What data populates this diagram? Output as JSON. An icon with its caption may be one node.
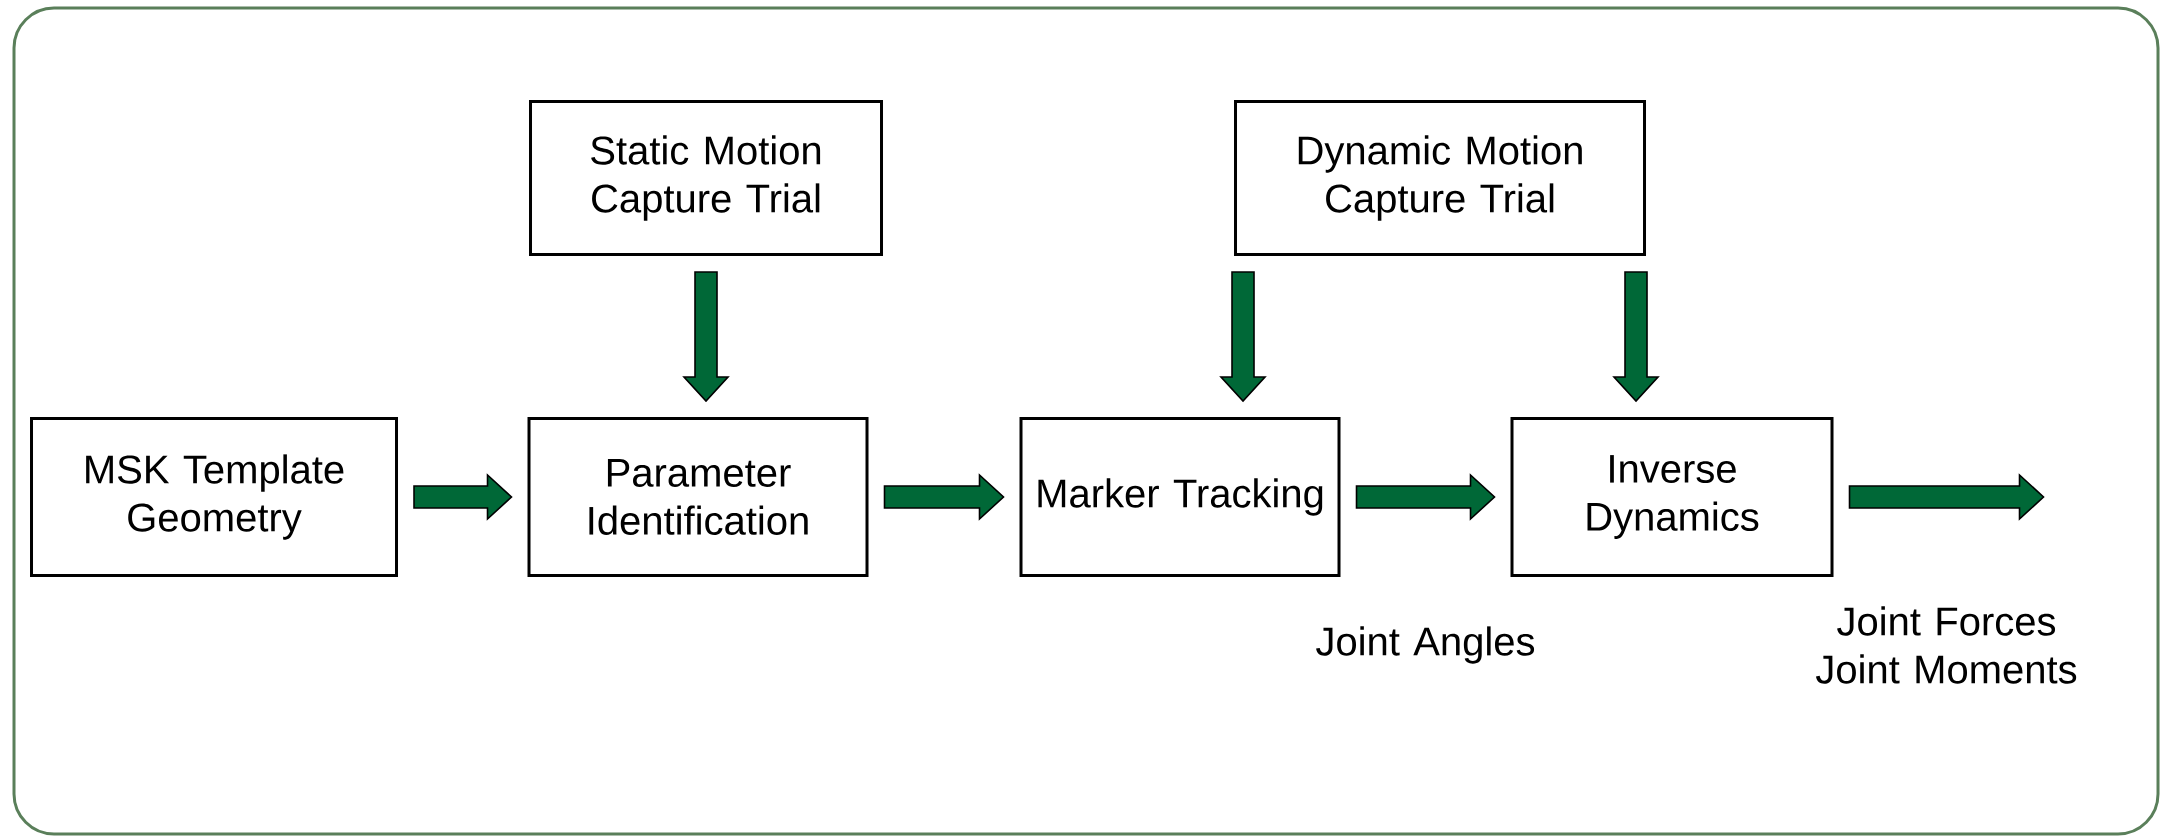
{
  "diagram": {
    "nodes": [
      {
        "text": [
          "Static Motion Capture Trial"
        ]
      },
      {
        "text": [
          "Dynamic Motion Capture Trial"
        ]
      },
      {
        "text": [
          "MSK Template Geometry"
        ]
      },
      {
        "text": [
          "Parameter Identification"
        ]
      },
      {
        "text": [
          "Marker Tracking"
        ]
      },
      {
        "text": [
          "Inverse Dynamics"
        ]
      }
    ],
    "edges": [
      {
        "from": 0,
        "to": 3,
        "arrow": "to"
      },
      {
        "from": 1,
        "to": 4,
        "arrow": "to"
      },
      {
        "from": 1,
        "to": 5,
        "arrow": "to"
      },
      {
        "from": 2,
        "to": 3,
        "arrow": "to"
      },
      {
        "from": 3,
        "to": 4,
        "arrow": "to"
      },
      {
        "from": 4,
        "to": 5,
        "arrow": "to",
        "label": "Joint Angles"
      },
      {
        "from": 5,
        "to": null,
        "arrow": "to",
        "label": "Joint Forces Joint Moments"
      }
    ]
  }
}
